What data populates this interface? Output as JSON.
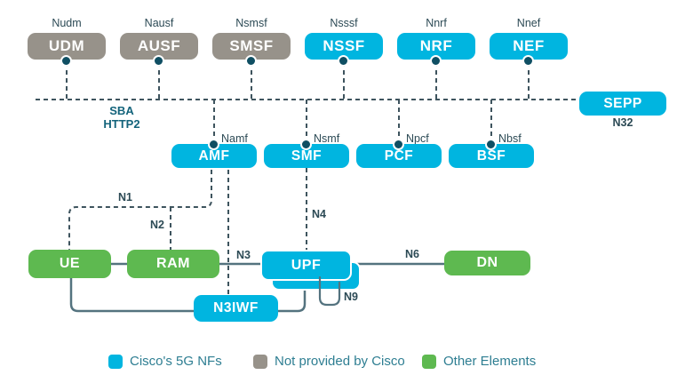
{
  "bus": {
    "label_line1": "SBA",
    "label_line2": "HTTP2"
  },
  "nodes": {
    "udm": {
      "label": "UDM",
      "service": "Nudm"
    },
    "ausf": {
      "label": "AUSF",
      "service": "Nausf"
    },
    "smsf": {
      "label": "SMSF",
      "service": "Nsmsf"
    },
    "nssf": {
      "label": "NSSF",
      "service": "Nsssf"
    },
    "nrf": {
      "label": "NRF",
      "service": "Nnrf"
    },
    "nef": {
      "label": "NEF",
      "service": "Nnef"
    },
    "sepp": {
      "label": "SEPP"
    },
    "amf": {
      "label": "AMF",
      "service": "Namf"
    },
    "smf": {
      "label": "SMF",
      "service": "Nsmf"
    },
    "pcf": {
      "label": "PCF",
      "service": "Npcf"
    },
    "bsf": {
      "label": "BSF",
      "service": "Nbsf"
    },
    "ue": {
      "label": "UE"
    },
    "ram": {
      "label": "RAM"
    },
    "upf": {
      "label": "UPF"
    },
    "dn": {
      "label": "DN"
    },
    "n3iwf": {
      "label": "N3IWF"
    }
  },
  "interfaces": {
    "n1": "N1",
    "n2": "N2",
    "n3": "N3",
    "n4": "N4",
    "n6": "N6",
    "n9": "N9",
    "n32": "N32"
  },
  "legend": [
    {
      "swatch_color": "#00b5e0",
      "label": "Cisco's 5G NFs"
    },
    {
      "swatch_color": "#97928a",
      "label": "Not provided by Cisco"
    },
    {
      "swatch_color": "#5eb950",
      "label": "Other Elements"
    }
  ],
  "colors": {
    "cisco_cyan": "#00b5e0",
    "not_cisco_gray": "#97928a",
    "other_green": "#5eb950",
    "dot_navy": "#0f4f63",
    "dashed_line": "#3e545e",
    "solid_line": "#54737f"
  }
}
